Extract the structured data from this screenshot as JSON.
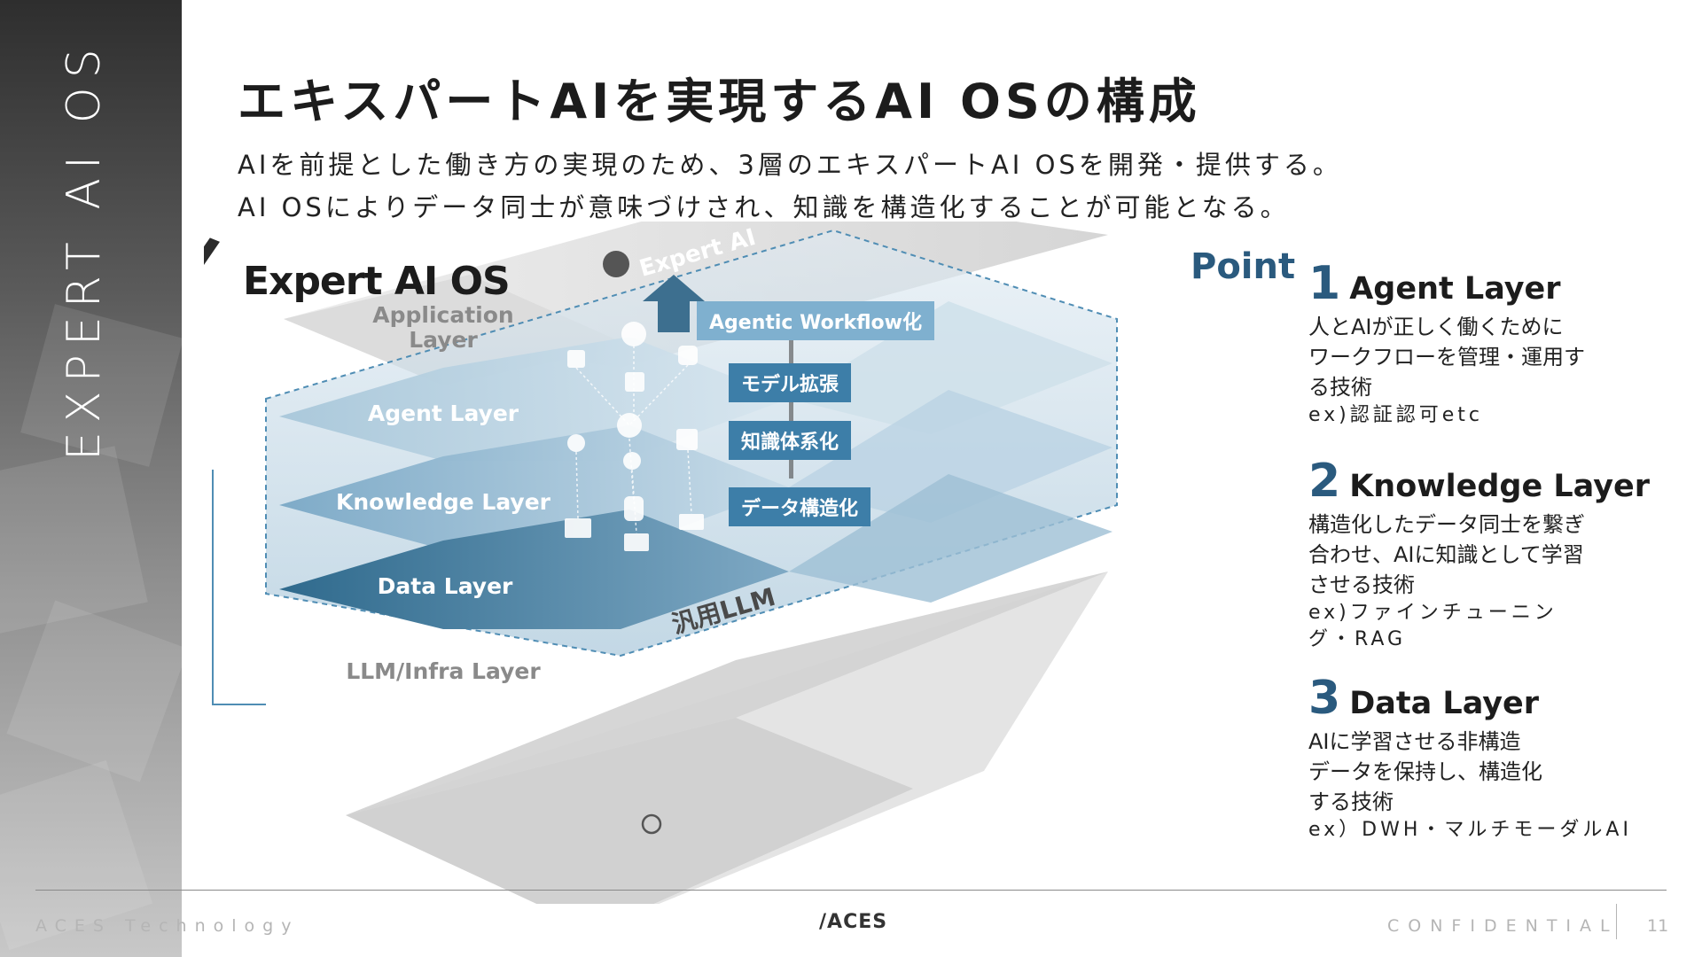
{
  "side_title": "EXPERT AI OS",
  "title": "エキスパートAIを実現するAI OSの構成",
  "lead": [
    "AIを前提とした働き方の実現のため、3層のエキスパートAI OSを開発・提供する。",
    "AI OSによりデータ同士が意味づけされ、知識を構造化することが可能となる。"
  ],
  "diagram": {
    "title": "Expert AI OS",
    "layers": {
      "application": [
        "Application",
        "Layer"
      ],
      "agent": "Agent Layer",
      "knowledge": "Knowledge Layer",
      "data": "Data Layer",
      "infra": "LLM/Infra Layer"
    },
    "expert_ai": "Expert AI",
    "general_llm": "汎用LLM",
    "steps": [
      "Agentic Workflow化",
      "モデル拡張",
      "知識体系化",
      "データ構造化"
    ],
    "colors": {
      "accent": "#2a5a7e",
      "tag": "#3d7ea8",
      "tag_light": "#7fb0cf",
      "dark_layer": "#3f7898"
    }
  },
  "points": {
    "heading": "Point",
    "items": [
      {
        "number": "1",
        "title": "Agent Layer",
        "body": [
          "人とAIが正しく働くために",
          "ワークフローを管理・運用す",
          "る技術"
        ],
        "example": [
          "ex)認証認可etc"
        ]
      },
      {
        "number": "2",
        "title": "Knowledge Layer",
        "body": [
          "構造化したデータ同士を繋ぎ",
          "合わせ、AIに知識として学習",
          "させる技術"
        ],
        "example": [
          "ex)ファインチューニン",
          "グ・RAG"
        ]
      },
      {
        "number": "3",
        "title": "Data Layer",
        "body": [
          "AIに学習させる非構造",
          "データを保持し、構造化",
          "する技術"
        ],
        "example": [
          "ex）DWH・マルチモーダルAI"
        ]
      }
    ]
  },
  "footer": {
    "left": "ACES Technology",
    "logo": "ACES",
    "confidential": "CONFIDENTIAL",
    "page": "11"
  }
}
